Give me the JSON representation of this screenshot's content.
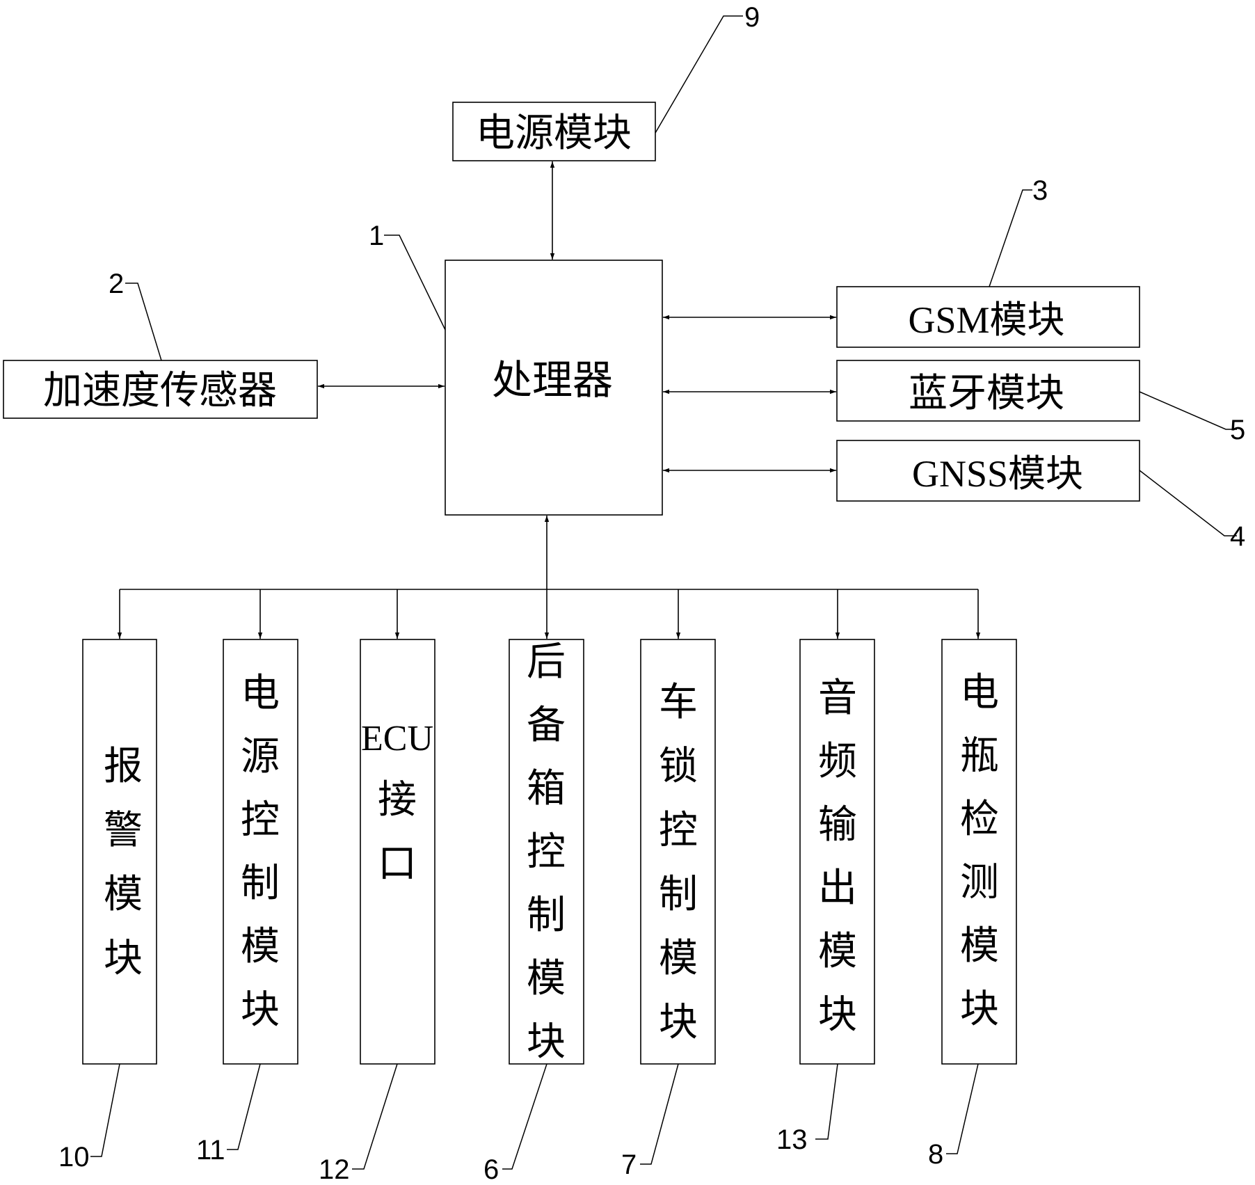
{
  "blocks": {
    "processor": "处理器",
    "power_module": "电源模块",
    "accel_sensor": "加速度传感器",
    "gsm": "GSM模块",
    "bluetooth": "蓝牙模块",
    "gnss": "GNSS模块",
    "alarm": "报警模块",
    "power_ctrl": "电源控制模块",
    "ecu_prefix": "ECU",
    "ecu_suffix": "接口",
    "trunk_ctrl": "后备箱控制模块",
    "lock_ctrl": "车锁控制模块",
    "audio_out": "音频输出模块",
    "battery_detect": "电瓶检测模块"
  },
  "refs": {
    "processor": "1",
    "accel_sensor": "2",
    "gsm": "3",
    "gnss": "4",
    "bluetooth": "5",
    "trunk_ctrl": "6",
    "lock_ctrl": "7",
    "battery_detect": "8",
    "power_module": "9",
    "alarm": "10",
    "power_ctrl": "11",
    "ecu": "12",
    "audio_out": "13"
  }
}
